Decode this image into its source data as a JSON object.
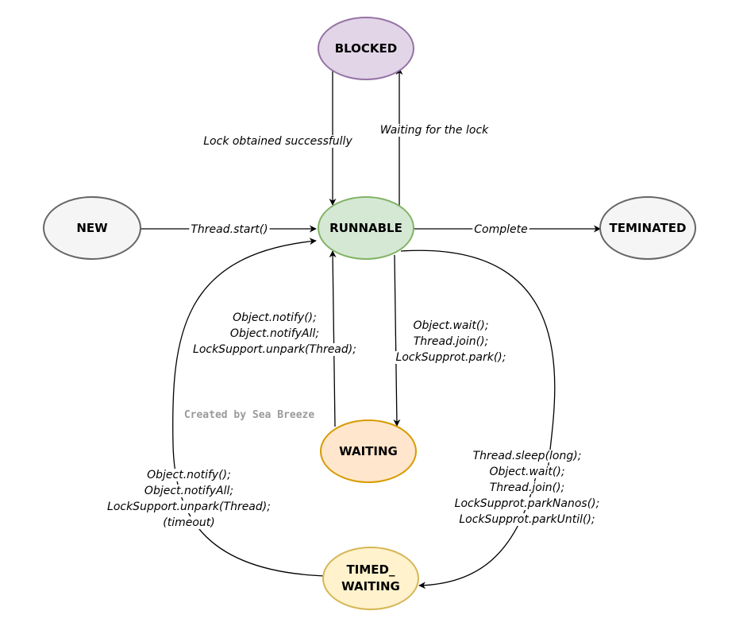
{
  "nodes": {
    "blocked": {
      "label": "BLOCKED",
      "fill": "#e1d5e7",
      "stroke": "#9673a6"
    },
    "new": {
      "label": "NEW",
      "fill": "#f5f5f5",
      "stroke": "#666666"
    },
    "runnable": {
      "label": "RUNNABLE",
      "fill": "#d5e8d4",
      "stroke": "#82b366"
    },
    "terminated": {
      "label": "TEMINATED",
      "fill": "#f5f5f5",
      "stroke": "#666666"
    },
    "waiting": {
      "label": "WAITING",
      "fill": "#ffe6cc",
      "stroke": "#d79b00"
    },
    "timed_waiting": {
      "label_lines": [
        "TIMED_",
        "WAITING"
      ],
      "fill": "#fff2cc",
      "stroke": "#d6b656"
    }
  },
  "edges": {
    "lock_obtained": {
      "lines": [
        "Lock obtained successfully"
      ]
    },
    "waiting_for_lock": {
      "lines": [
        "Waiting for the lock"
      ]
    },
    "start": {
      "lines": [
        "Thread.start()"
      ]
    },
    "complete": {
      "lines": [
        "Complete"
      ]
    },
    "to_waiting": {
      "lines": [
        "Object.wait();",
        "Thread.join();",
        "LockSupprot.park();"
      ]
    },
    "from_waiting": {
      "lines": [
        "Object.notify();",
        "Object.notifyAll;",
        "LockSupport.unpark(Thread);"
      ]
    },
    "to_timed": {
      "lines": [
        "Thread.sleep(long);",
        "Object.wait();",
        "Thread.join();",
        "LockSupprot.parkNanos();",
        "LockSupprot.parkUntil();"
      ]
    },
    "from_timed": {
      "lines": [
        "Object.notify();",
        "Object.notifyAll;",
        "LockSupport.unpark(Thread);",
        "(timeout)"
      ]
    }
  },
  "watermark": "Created by Sea Breeze"
}
